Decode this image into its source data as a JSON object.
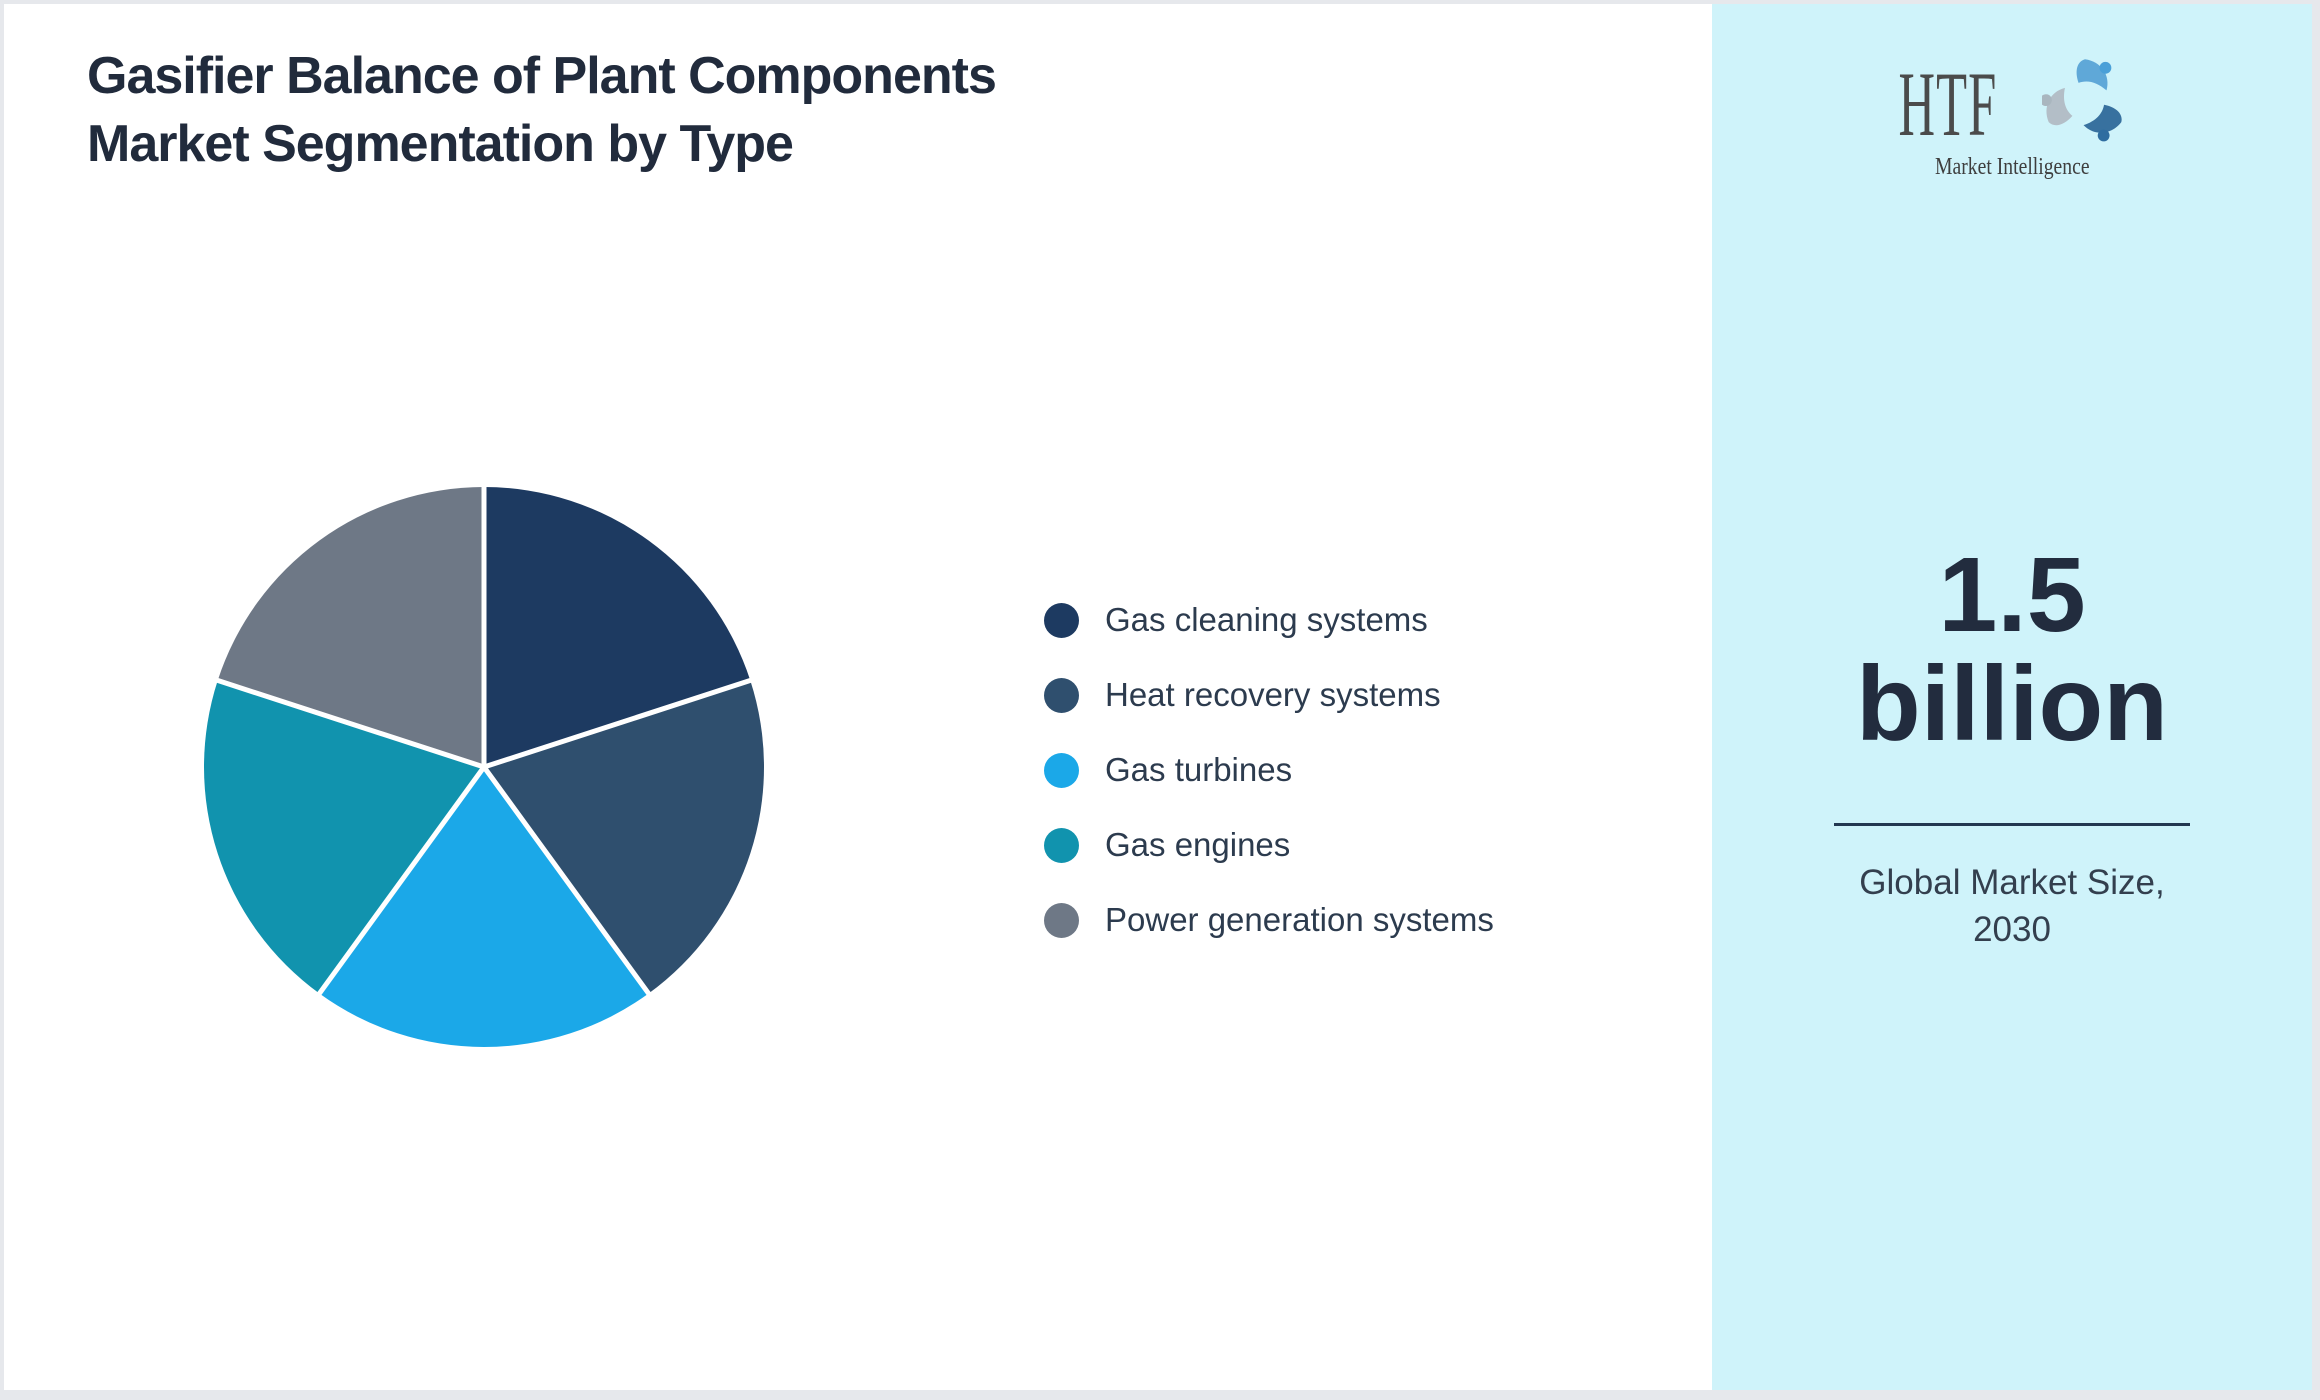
{
  "page": {
    "border_color": "#e6e8ec",
    "panel_background": "#ffffff"
  },
  "chart_data": {
    "type": "pie",
    "title": "Gasifier Balance of Plant Components Market Segmentation by Type",
    "labels": [
      "Gas cleaning systems",
      "Heat recovery systems",
      "Gas turbines",
      "Gas engines",
      "Power generation systems"
    ],
    "values": [
      20,
      20,
      20,
      20,
      20
    ],
    "colors": [
      "#1d3a61",
      "#2f4f6e",
      "#1ba8e8",
      "#1193ae",
      "#6e7886"
    ],
    "start_angle_deg": -90,
    "direction": "clockwise",
    "legend_position": "right",
    "slice_separator_color": "#ffffff",
    "title_color": "#212b3c",
    "legend_text_color": "#2c3b4e"
  },
  "sidebar": {
    "background_color": "#cff3fa",
    "logo": {
      "brand": "HTF",
      "subtitle": "Market Intelligence",
      "swirl_colors": [
        "#5fa8d8",
        "#38719f",
        "#b3bec7"
      ],
      "swirl_dot_colors": [
        "#4aa0d8",
        "#2f6da0",
        "#a9b6bf"
      ]
    },
    "market_size": {
      "value": "1.5",
      "unit_word": "billion",
      "caption": "Global Market Size, 2030",
      "divider_color": "#223750",
      "text_color": "#222c3e"
    }
  }
}
